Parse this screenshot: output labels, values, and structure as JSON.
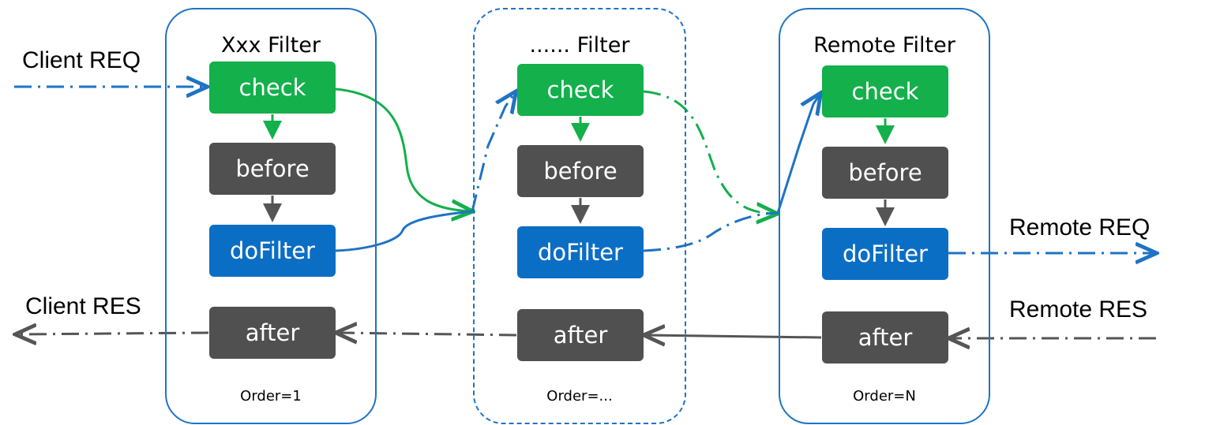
{
  "colors": {
    "check": "#13b04b",
    "before": "#505050",
    "after": "#505050",
    "dofilter": "#0b6ec5",
    "panel_border": "#1f73c4",
    "request_line": "#1f73c4",
    "green_line": "#13b04b",
    "response_line": "#555555"
  },
  "filters": [
    {
      "title": "Xxx Filter",
      "check": "check",
      "before": "before",
      "dofilter": "doFilter",
      "after": "after",
      "order": "Order=1"
    },
    {
      "title": "...... Filter",
      "check": "check",
      "before": "before",
      "dofilter": "doFilter",
      "after": "after",
      "order": "Order=..."
    },
    {
      "title": "Remote Filter",
      "check": "check",
      "before": "before",
      "dofilter": "doFilter",
      "after": "after",
      "order": "Order=N"
    }
  ],
  "external": {
    "client_req": "Client REQ",
    "client_res": "Client RES",
    "remote_req": "Remote REQ",
    "remote_res": "Remote RES"
  }
}
